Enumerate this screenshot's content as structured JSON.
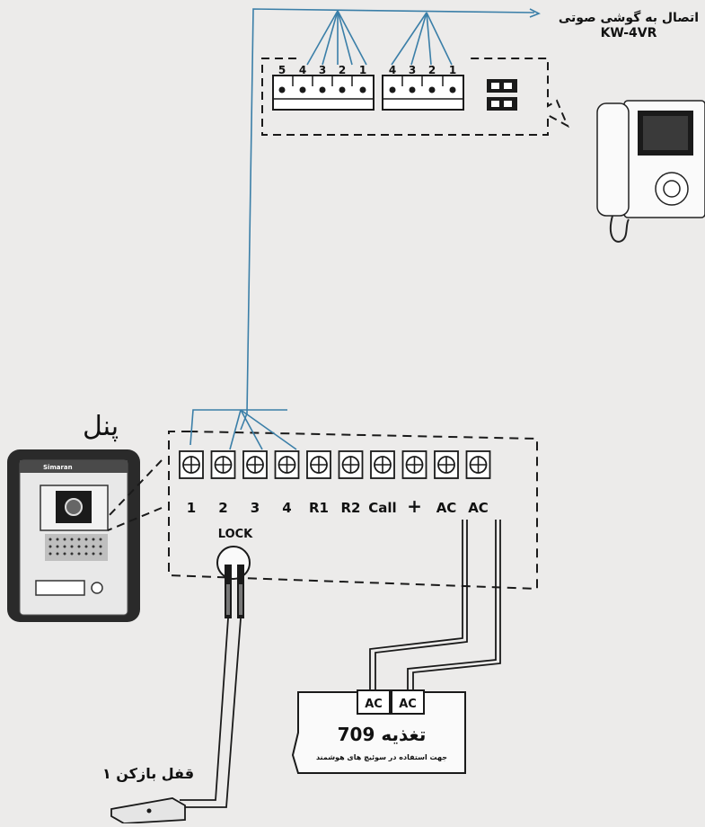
{
  "handset": {
    "title": "اتصال به گوشی صوتی",
    "model": "KW-4VR",
    "terminal_block_5": [
      "5",
      "4",
      "3",
      "2",
      "1"
    ],
    "terminal_block_4": [
      "4",
      "3",
      "2",
      "1"
    ]
  },
  "panel": {
    "label": "پنل",
    "brand": "Simaran"
  },
  "main_board": {
    "terminals": [
      "1",
      "2",
      "3",
      "4",
      "R1",
      "R2",
      "Call",
      "+",
      "AC",
      "AC"
    ]
  },
  "lock": {
    "label": "LOCK",
    "device_label": "قفل بازکن ۱"
  },
  "power_supply": {
    "terminals": [
      "AC",
      "AC"
    ],
    "title": "تغذیه 709",
    "subtitle": "جهت استفاده در سوئیچ های هوشمند"
  },
  "colors": {
    "wire_blue": "#3b7fa8",
    "ink": "#1a1a1a",
    "background": "#ecebea"
  }
}
